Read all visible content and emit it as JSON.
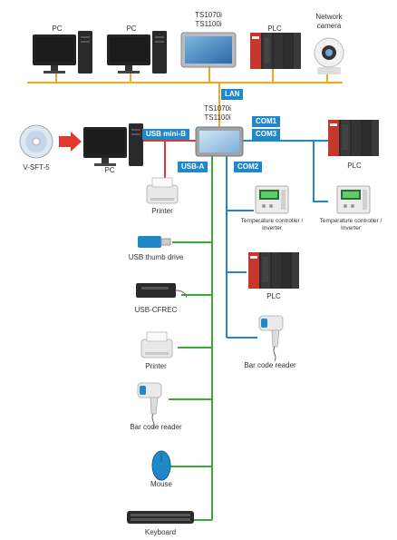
{
  "colors": {
    "lan": "#f5a623",
    "usb_a": "#3aa83a",
    "com": "#1e88c8",
    "usb_mini": "#e03a2e",
    "tag_bg": "#1e88c8"
  },
  "lan_devices": [
    {
      "label": "PC",
      "icon": "pc-icon"
    },
    {
      "label": "PC",
      "icon": "pc-icon"
    },
    {
      "label": "TS1070i\nTS1100i",
      "icon": "hmi-panel-icon"
    },
    {
      "label": "PLC",
      "icon": "plc-icon"
    },
    {
      "label": "Network\ncamera",
      "icon": "network-camera-icon"
    }
  ],
  "hmi": {
    "label": "TS1070i\nTS1100i",
    "icon": "hmi-panel-icon"
  },
  "ports": {
    "lan": "LAN",
    "usb_mini_b": "USB mini-B",
    "usb_a": "USB-A",
    "com1": "COM1",
    "com3": "COM3",
    "com2": "COM2"
  },
  "software": {
    "label": "V-SFT-5",
    "icon": "cd-disc-icon"
  },
  "pc_left": {
    "label": "PC",
    "icon": "pc-icon"
  },
  "com1_3_devices": [
    {
      "label": "PLC",
      "icon": "plc-icon"
    },
    {
      "label": "Temperature controller /\nInverter",
      "icon": "temperature-controller-icon"
    }
  ],
  "com2_devices": [
    {
      "label": "Temperature controller /\nInverter",
      "icon": "temperature-controller-icon"
    },
    {
      "label": "PLC",
      "icon": "plc-icon"
    },
    {
      "label": "Bar code reader",
      "icon": "barcode-reader-icon"
    }
  ],
  "usb_devices": [
    {
      "label": "Printer",
      "icon": "printer-icon"
    },
    {
      "label": "USB thumb drive",
      "icon": "usb-drive-icon"
    },
    {
      "label": "USB-CFREC",
      "icon": "cf-card-reader-icon"
    },
    {
      "label": "Printer",
      "icon": "printer-icon"
    },
    {
      "label": "Bar code reader",
      "icon": "barcode-reader-icon"
    },
    {
      "label": "Mouse",
      "icon": "mouse-icon"
    },
    {
      "label": "Keyboard",
      "icon": "keyboard-icon"
    }
  ]
}
